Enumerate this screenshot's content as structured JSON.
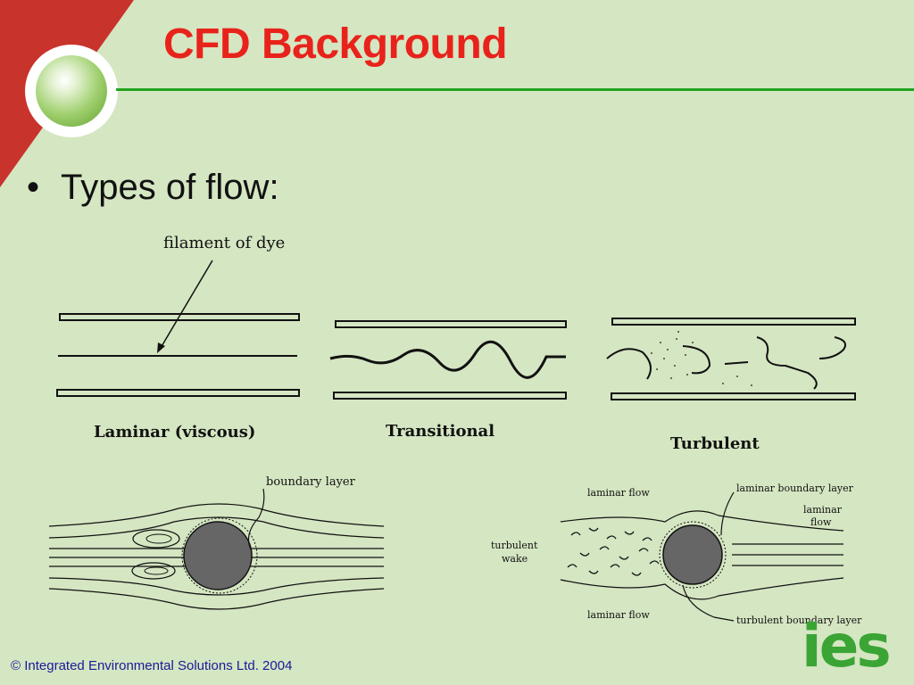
{
  "slide": {
    "title": "CFD Background",
    "bullet": "Types of flow:",
    "footer": "© Integrated Environmental Solutions Ltd. 2004",
    "logo_text": "ies"
  },
  "figure": {
    "top_annotation": "filament of dye",
    "flows": [
      "Laminar (viscous)",
      "Transitional",
      "Turbulent"
    ],
    "left_callout": "boundary layer",
    "right_labels": {
      "laminar_flow_top": "laminar flow",
      "laminar_boundary_layer": "laminar boundary layer",
      "laminar_flow_right_line1": "laminar",
      "laminar_flow_right_line2": "flow",
      "turbulent_wake_line1": "turbulent",
      "turbulent_wake_line2": "wake",
      "laminar_flow_bottom": "laminar flow",
      "turbulent_boundary_layer": "turbulent boundary layer"
    }
  },
  "colors": {
    "background": "#d5e6c2",
    "title_red": "#e8231b",
    "accent_green": "#22a31f",
    "footer_blue": "#1a1a99"
  }
}
